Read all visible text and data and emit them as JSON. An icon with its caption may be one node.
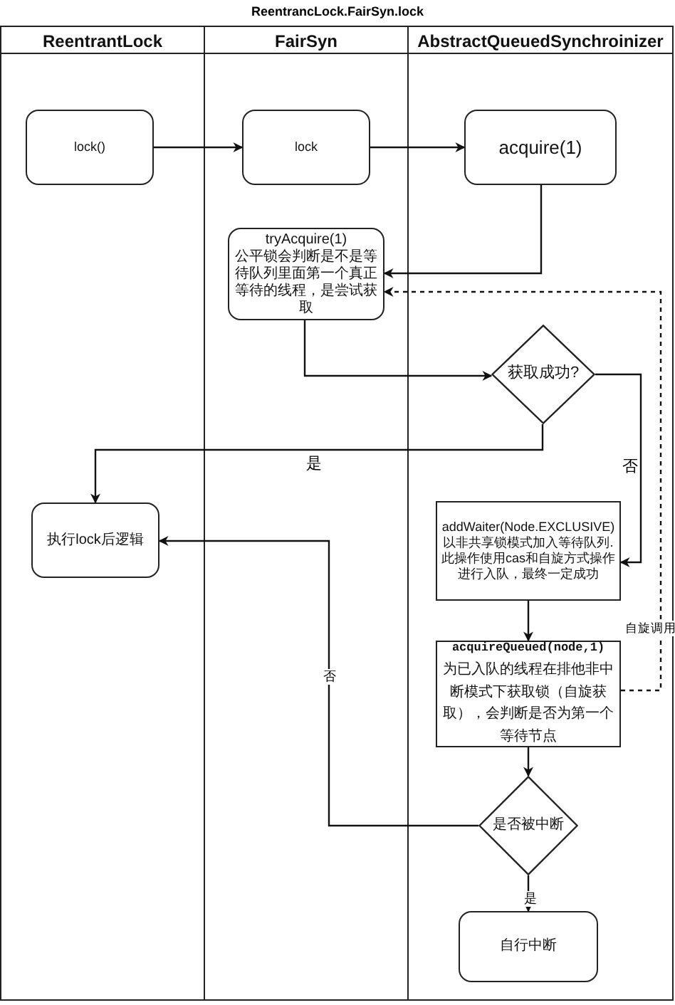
{
  "diagram": {
    "title": "ReentrancLock.FairSyn.lock",
    "nodes": [
      {
        "text": [
          "ReentrantLock"
        ]
      },
      {
        "text": [
          "FairSyn"
        ]
      },
      {
        "text": [
          "AbstractQueuedSynchroinizer"
        ]
      },
      {
        "text": [
          "lock()"
        ],
        "in": 0
      },
      {
        "text": [
          "lock"
        ],
        "in": 1
      },
      {
        "text": [
          "acquire(1)"
        ],
        "in": 2
      },
      {
        "text": [
          "tryAcquire(1)",
          "公平锁会判断是不是等待队列里面第一个真正等待的线程，是尝试获取"
        ],
        "in": 1
      },
      {
        "text": [
          "获取成功?"
        ],
        "in": 2
      },
      {
        "text": [
          "执行lock后逻辑"
        ],
        "in": 0
      },
      {
        "text": [
          "addWaiter(Node.EXCLUSIVE)以非共享锁模式加入等待队列.此操作使用cas和自旋方式操作进行入队，最终一定成功"
        ],
        "in": 2
      },
      {
        "text": [
          "acquireQueued(node,1)",
          "为已入队的线程在排他非中断模式下获取锁（自旋获取），会判断是否为第一个等待节点"
        ],
        "in": 2
      },
      {
        "text": [
          "是否被中断"
        ],
        "in": 2
      },
      {
        "text": [
          "自行中断"
        ],
        "in": 2
      }
    ],
    "edges": [
      {
        "from": 3,
        "to": 4,
        "arrow": "to"
      },
      {
        "from": 4,
        "to": 5,
        "arrow": "to"
      },
      {
        "from": 5,
        "to": 6,
        "arrow": "to"
      },
      {
        "from": 6,
        "to": 7,
        "arrow": "to"
      },
      {
        "from": 7,
        "to": 8,
        "arrow": "to",
        "label": "是"
      },
      {
        "from": 7,
        "to": 9,
        "arrow": "to",
        "label": "否"
      },
      {
        "from": 10,
        "to": 6,
        "arrow": "to",
        "style": "dashed",
        "label": "自旋调用"
      },
      {
        "from": 9,
        "to": 10,
        "arrow": "to"
      },
      {
        "from": 10,
        "to": 11,
        "arrow": "to"
      },
      {
        "from": 11,
        "to": 8,
        "arrow": "to",
        "label": "否"
      },
      {
        "from": 11,
        "to": 12,
        "arrow": "to",
        "label": "是"
      }
    ]
  }
}
